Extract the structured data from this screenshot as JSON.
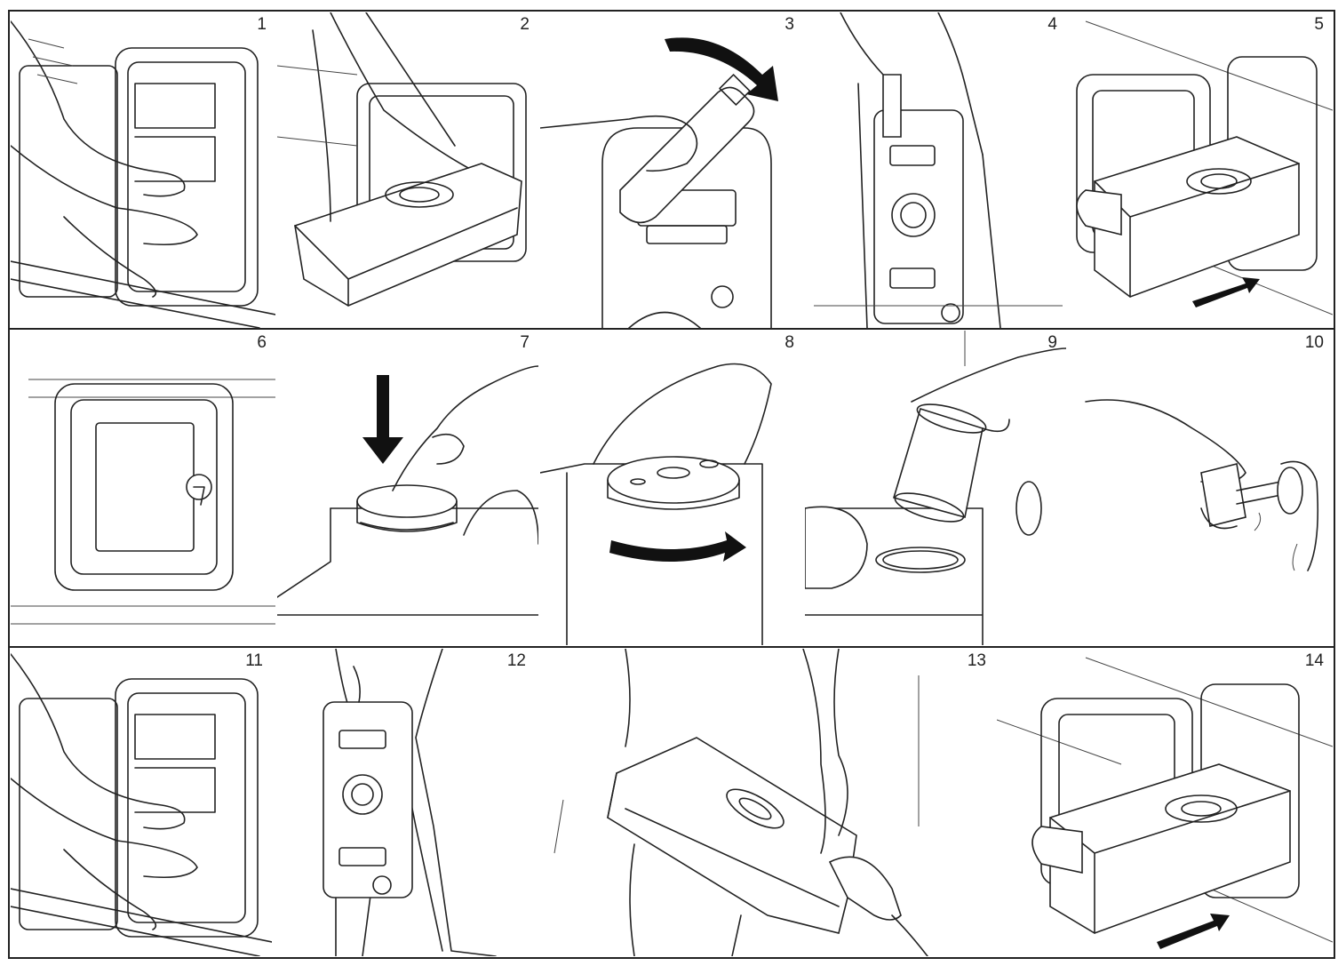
{
  "panels": [
    {
      "number": "1"
    },
    {
      "number": "2"
    },
    {
      "number": "3"
    },
    {
      "number": "4"
    },
    {
      "number": "5"
    },
    {
      "number": "6"
    },
    {
      "number": "7"
    },
    {
      "number": "8"
    },
    {
      "number": "9"
    },
    {
      "number": "10"
    },
    {
      "number": "11"
    },
    {
      "number": "12"
    },
    {
      "number": "13"
    },
    {
      "number": "14"
    }
  ]
}
